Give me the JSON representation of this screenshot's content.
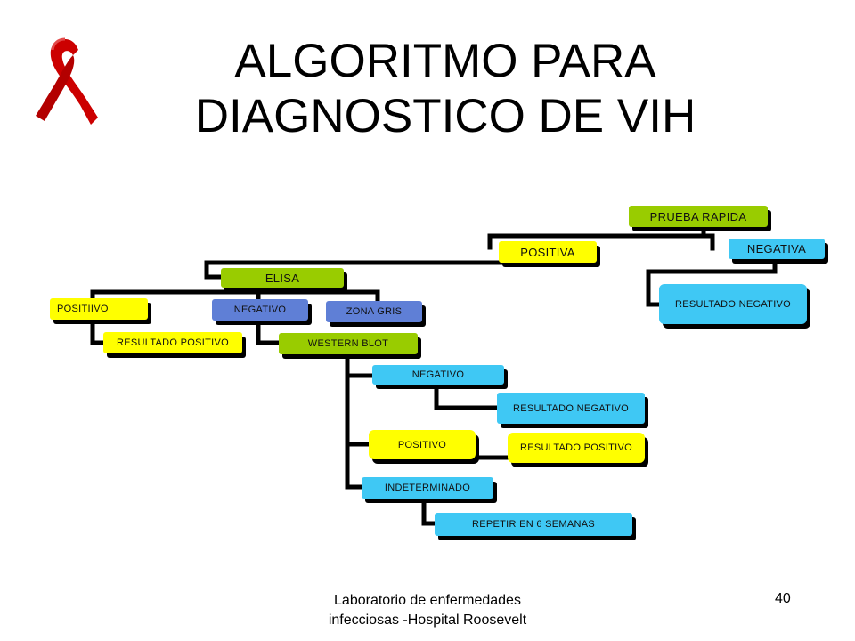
{
  "title": {
    "line1": "ALGORITMO PARA",
    "line2": "DIAGNOSTICO DE VIH"
  },
  "logo": {
    "icon": "awareness-ribbon-icon",
    "color": "#cc0000"
  },
  "nodes": {
    "prueba_rapida": "PRUEBA RAPIDA",
    "positiva": "POSITIVA",
    "negativa": "NEGATIVA",
    "resultado_negativo_rapida": "RESULTADO NEGATIVO",
    "elisa": "ELISA",
    "elisa_positivo": "POSITIIVO",
    "elisa_resultado_positivo": "RESULTADO POSITIVO",
    "elisa_negativo": "NEGATIVO",
    "zona_gris": "ZONA GRIS",
    "western_blot": "WESTERN BLOT",
    "wb_negativo": "NEGATIVO",
    "wb_resultado_negativo": "RESULTADO NEGATIVO",
    "wb_positivo": "POSITIVO",
    "wb_resultado_positivo": "RESULTADO POSITIVO",
    "indeterminado": "INDETERMINADO",
    "repetir": "REPETIR EN 6 SEMANAS"
  },
  "colors": {
    "green": "#99cc00",
    "yellow": "#ffff00",
    "cyan": "#3fc8f4",
    "blue": "#5f7fd6",
    "connector": "#000000"
  },
  "footer": {
    "line1": "Laboratorio de enfermedades",
    "line2": "infecciosas -Hospital Roosevelt",
    "page_number": "40"
  }
}
